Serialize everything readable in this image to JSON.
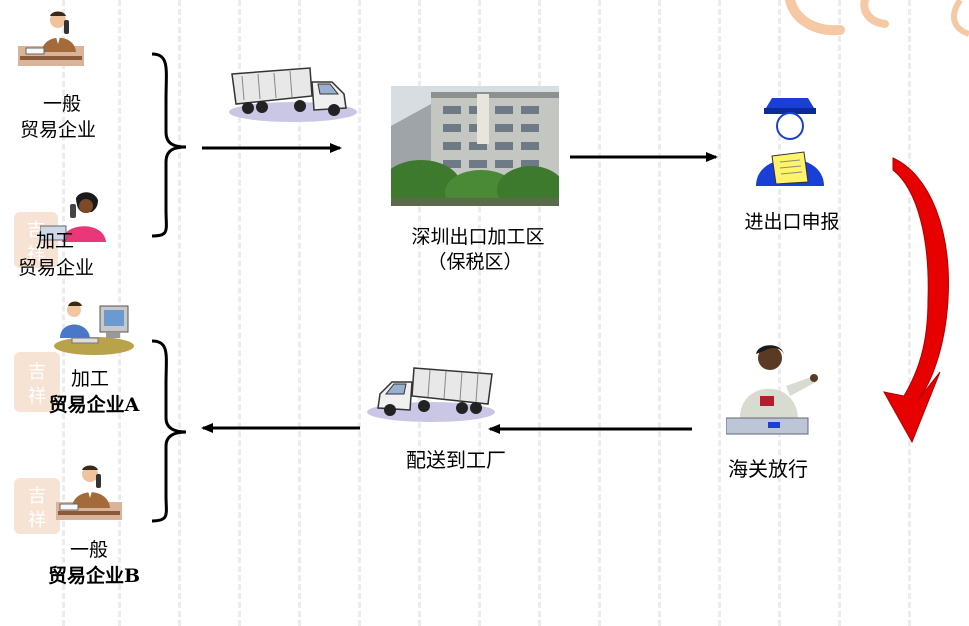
{
  "labels": {
    "general_trade": "一般",
    "trade_company": "贸易企业",
    "processing": "加工",
    "processing_trade": "贸易企业",
    "zone_name": "深圳出口加工区",
    "zone_bonded": "（保税区）",
    "declare": "进出口申报",
    "processing_a": "加工",
    "processing_a_company": "贸易企业A",
    "deliver": "配送到工厂",
    "release": "海关放行",
    "general_b": "一般",
    "general_b_company": "贸易企业B"
  },
  "colors": {
    "arrow": "#000000",
    "curved_arrow": "#e60000",
    "police_blue": "#1a3fd6",
    "building": "#b8b8b0",
    "trees": "#3d7a2e"
  },
  "icons": {
    "businessman": "businessman-phone-icon",
    "woman_phone": "woman-phone-icon",
    "computer_worker": "computer-worker-icon",
    "truck": "truck-icon",
    "customs_officer": "customs-officer-icon",
    "building": "building-photo",
    "watermark": "calligraphy-seal-watermark"
  }
}
